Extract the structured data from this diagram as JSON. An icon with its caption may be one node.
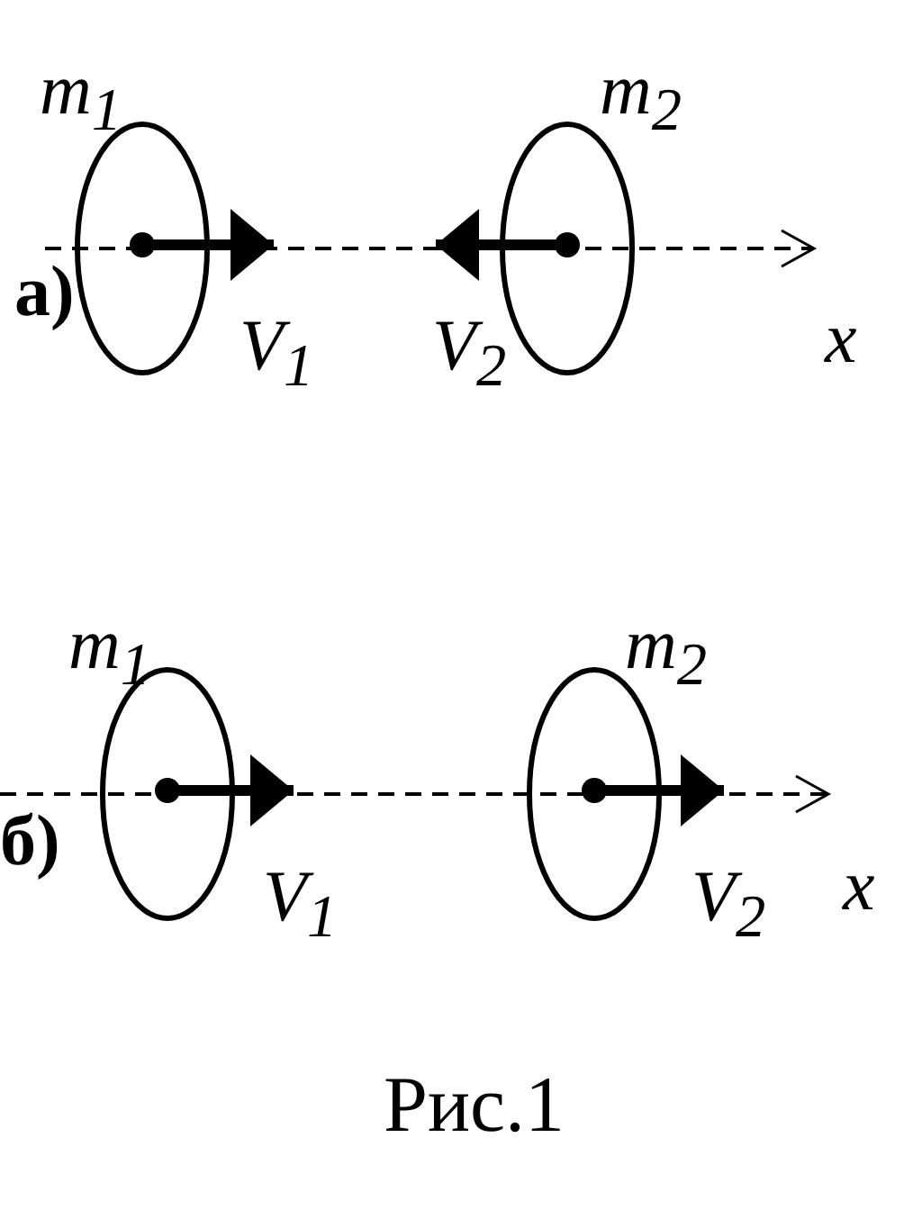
{
  "diagram": {
    "caption": "Рис.1",
    "labels": [
      "m$_{1}$",
      "m$_{2}$",
      "а)",
      "V$_{1}$",
      "V$_{2}$",
      "x",
      "m$_{1}$",
      "m$_{2}$",
      "б)",
      "V$_{1}$",
      "V$_{2}$",
      "x"
    ]
  }
}
